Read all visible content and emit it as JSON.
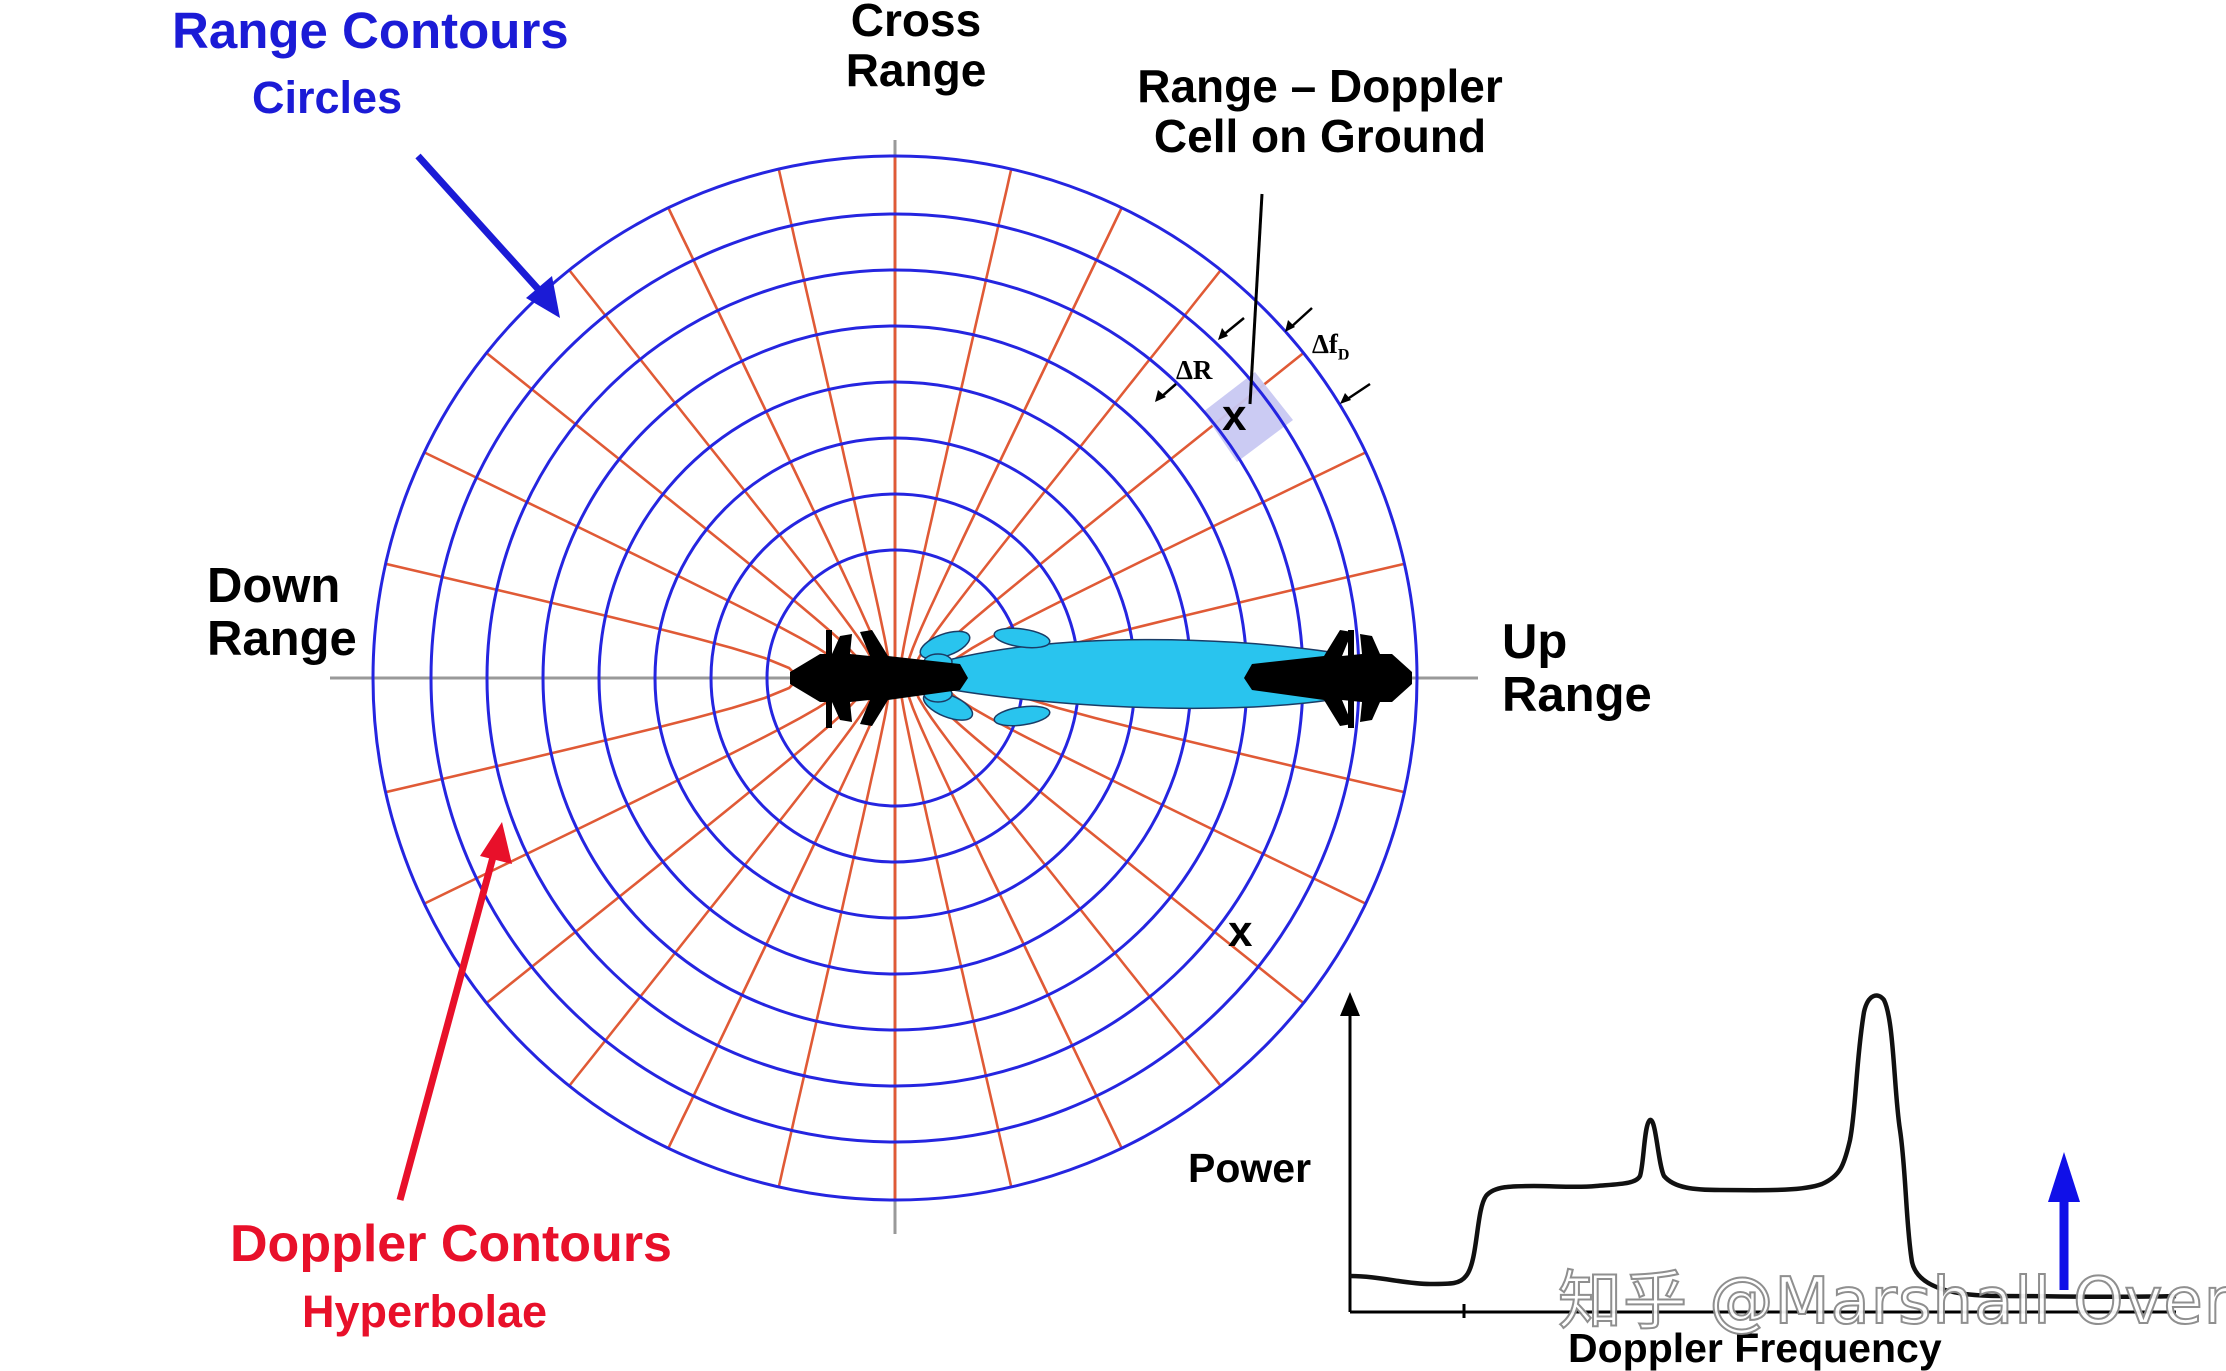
{
  "labels": {
    "range_contours": "Range Contours",
    "circles": "Circles",
    "cross_range_1": "Cross",
    "cross_range_2": "Range",
    "range_doppler_1": "Range – Doppler",
    "range_doppler_2": "Cell on Ground",
    "delta_fd": "Δf",
    "delta_fd_sub": "D",
    "delta_r": "ΔR",
    "cell_marker": "x",
    "second_marker": "x",
    "down_range_1": "Down",
    "down_range_2": "Range",
    "up_range_1": "Up",
    "up_range_2": "Range",
    "doppler_contours": "Doppler Contours",
    "hyperbolae": "Hyperbolae",
    "power": "Power",
    "doppler_frequency": "Doppler Frequency"
  },
  "watermark": "知乎 @Marshall Over",
  "colors": {
    "range_circle": "#2525e0",
    "doppler_contour": "#e05a36",
    "label_blue": "#1b1bd6",
    "label_red": "#e8102a",
    "beam_fill": "#29c4ee",
    "cell_fill": "#c8c8f2",
    "axis": "#999999",
    "spectrum_line": "#111111"
  },
  "icons": [
    "aircraft-icon-left",
    "aircraft-icon-right",
    "antenna-beam-icon",
    "blue-up-arrow-icon"
  ]
}
